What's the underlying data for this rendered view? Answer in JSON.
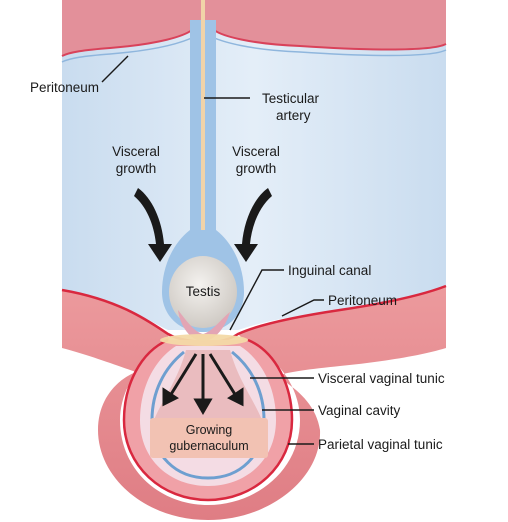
{
  "labels": {
    "peritoneum_top": "Peritoneum",
    "testicular_artery": [
      "Testicular",
      "artery"
    ],
    "visceral_growth_left": [
      "Visceral",
      "growth"
    ],
    "visceral_growth_right": [
      "Visceral",
      "growth"
    ],
    "testis": "Testis",
    "inguinal_canal": "Inguinal canal",
    "peritoneum_right": "Peritoneum",
    "visceral_vaginal_tunic": "Visceral vaginal tunic",
    "vaginal_cavity": "Vaginal cavity",
    "parietal_vaginal_tunic": "Parietal vaginal tunic",
    "growing_gubernaculum": [
      "Growing",
      "gubernaculum"
    ]
  },
  "colors": {
    "abdominal_cavity": "#cfe0f0",
    "peritoneum_membrane": "#e0566a",
    "body_wall": "#e88f94",
    "tunic_blue": "#6e9fd0",
    "testis": "#e6e3df",
    "gubernaculum": "#f2c2b3",
    "gubernaculum_stalk": "#e9b8ba",
    "canal_ring": "#f3d9a6",
    "vaginal_cavity": "#f2dde6"
  }
}
